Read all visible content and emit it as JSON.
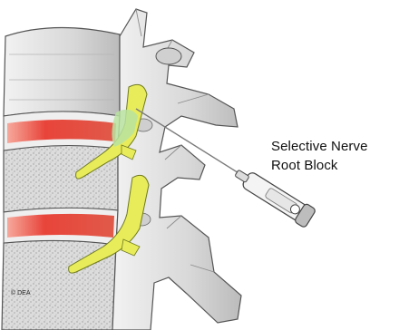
{
  "caption": {
    "line1": "Selective Nerve",
    "line2": "Root Block"
  },
  "copyright": "© DEA",
  "colors": {
    "bone": "#e3e3e3",
    "bone_shade": "#bdbdbd",
    "outline": "#555555",
    "disc": "#e84a3c",
    "disc_glow": "#f59a8c",
    "nerve": "#e8ec5a",
    "nerve_highlight": "#b9e3a0",
    "needle": "#777777"
  }
}
